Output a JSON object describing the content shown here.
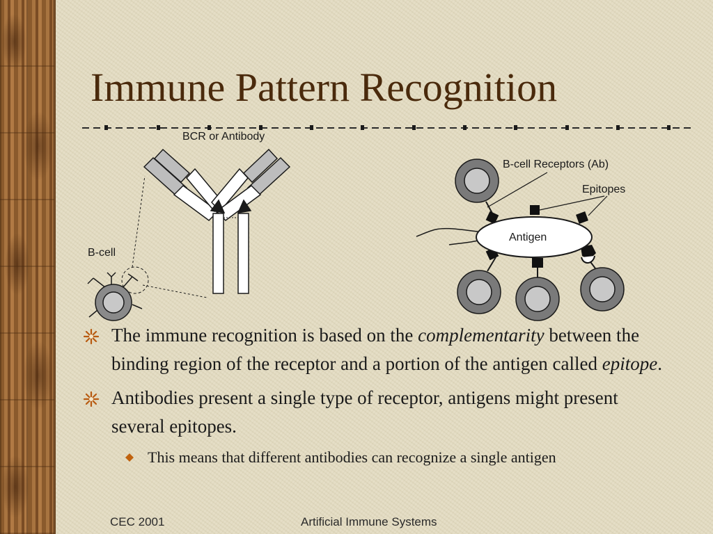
{
  "slide": {
    "title": "Immune Pattern Recognition",
    "diagram_labels": {
      "bcr": "BCR or Antibody",
      "bcell": "B-cell",
      "receptors": "B-cell Receptors (Ab)",
      "epitopes": "Epitopes",
      "antigen": "Antigen"
    },
    "bullets": [
      {
        "parts": [
          "The immune recognition is based on the ",
          "complementarity",
          " between the binding region of the receptor and a portion of the antigen called ",
          "epitope",
          "."
        ]
      },
      {
        "parts": [
          "Antibodies present a single type of receptor, antigens might present several epitopes."
        ]
      }
    ],
    "sub_bullet": "This means that different antibodies can recognize a single antigen",
    "footer_left": "CEC 2001",
    "footer_center": "Artificial Immune Systems",
    "colors": {
      "title": "#4a2a0c",
      "bullet_mark": "#b85a10",
      "background": "#e3dcc2"
    }
  }
}
